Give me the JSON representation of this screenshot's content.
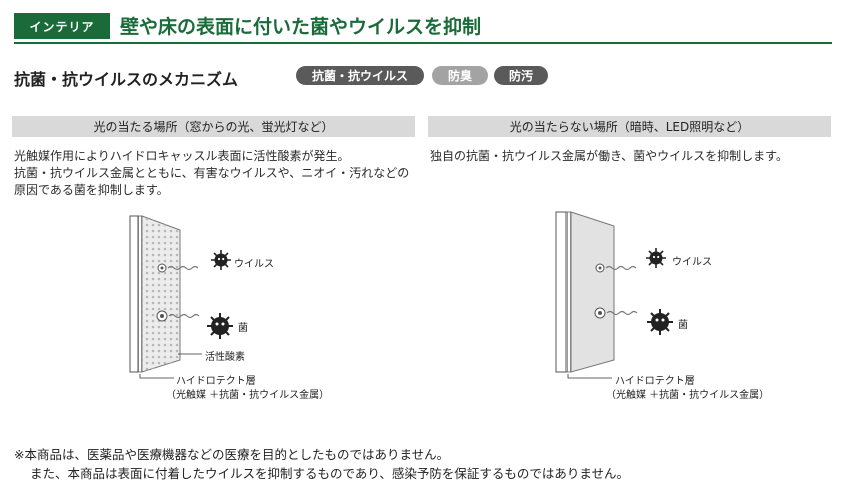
{
  "header": {
    "category": "インテリア",
    "title": "壁や床の表面に付いた菌やウイルスを抑制"
  },
  "section": {
    "title": "抗菌・抗ウイルスのメカニズム",
    "badges": [
      "抗菌・抗ウイルス",
      "防臭",
      "防汚"
    ]
  },
  "left": {
    "heading": "光の当たる場所（窓からの光、蛍光灯など）",
    "lines": [
      "光触媒作用によりハイドロキャッスル表面に活性酸素が発生。",
      "抗菌・抗ウイルス金属とともに、有害なウイルスや、ニオイ・汚れなどの",
      "原因である菌を抑制します。"
    ],
    "labels": {
      "virus": "ウイルス",
      "bacteria": "菌",
      "active_oxygen": "活性酸素",
      "layer": "ハイドロテクト層",
      "layer_detail": "（光触媒 ＋抗菌・抗ウイルス金属）"
    }
  },
  "right": {
    "heading": "光の当たらない場所（暗時、LED照明など）",
    "lines": [
      "独自の抗菌・抗ウイルス金属が働き、菌やウイルスを抑制します。"
    ],
    "labels": {
      "virus": "ウイルス",
      "bacteria": "菌",
      "layer": "ハイドロテクト層",
      "layer_detail": "（光触媒 ＋抗菌・抗ウイルス金属）"
    }
  },
  "footnotes": [
    "※本商品は、医薬品や医療機器などの医療を目的としたものではありません。",
    "また、本商品は表面に付着したウイルスを抑制するものであり、感染予防を保証するものではありません。"
  ],
  "colors": {
    "brand_green": "#1a6a3a",
    "badge_dark": "#5a5a5a",
    "badge_light": "#a3a3a3",
    "bar_gray": "#d9d9d9"
  }
}
